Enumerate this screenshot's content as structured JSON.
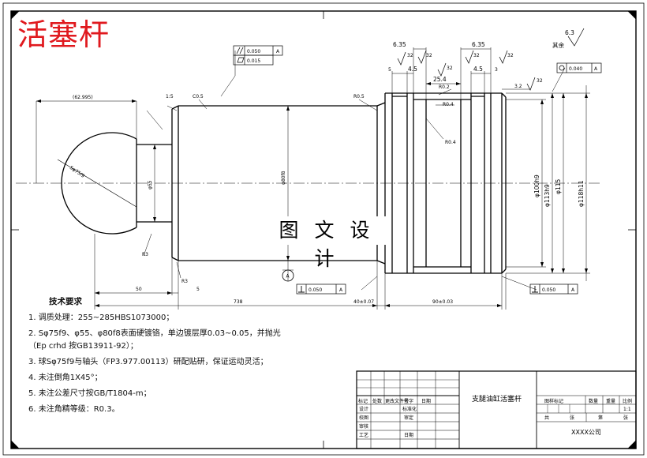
{
  "drawing": {
    "title": "活塞杆",
    "watermark": "图 文 设 计"
  },
  "roughness": {
    "general_value": "6.3",
    "general_label": "其余",
    "local_values": [
      "32",
      "32",
      "32",
      "32",
      "32",
      "32"
    ]
  },
  "tolerances": {
    "parallelism": {
      "value": "0.050",
      "datum": "A"
    },
    "flatness": {
      "value": "0.015"
    },
    "runout": {
      "value": "0.040",
      "datum": "A"
    },
    "perpendicularity_left": {
      "value": "0.050",
      "datum": "A"
    },
    "perpendicularity_right": {
      "value": "0.050",
      "datum": "A"
    },
    "datum_label": "A"
  },
  "dimensions": {
    "sphere_width": "(62.995)",
    "sphere_dia": "Sφ75f9",
    "neck_dia": "φ55",
    "rod_dia": "φ80f8",
    "cone_note": "1:5",
    "edge_c": "C0.5",
    "r3_a": "R3",
    "r3_b": "R3",
    "r05": "R0.5",
    "r04": "R0.4",
    "r02": "R0.2",
    "top_635_a": "6.35",
    "top_635_b": "6.35",
    "top_45_a": "4.5",
    "top_45_b": "4.5",
    "top_254": "25.4",
    "top_5": "5",
    "top_3": "3",
    "top_32": "3.2",
    "piston_dia_1": "φ100h9",
    "piston_dia_2": "φ113h9",
    "piston_dia_3": "φ115",
    "piston_dia_4": "φ118h11",
    "bottom_50": "50",
    "bottom_5": "5",
    "bottom_738": "738",
    "bottom_40": "40±0.07",
    "bottom_90": "90±0.03"
  },
  "notes": {
    "title": "技术要求",
    "items": [
      "1. 调质处理：255~285HBS1073000；",
      "2. Sφ75f9、φ55、φ80f8表面硬镀铬，单边镀层厚0.03~0.05，并抛光",
      "（Ep crhd 按GB13911-92）；",
      "3. 球Sφ75f9与轴头（FP3.977.00113）研配贴研，保证运动灵活；",
      "4. 未注倒角1X45°；",
      "5. 未注公差尺寸按GB/T1804-m；",
      "6. 未注角精等级：R0.3。"
    ]
  },
  "title_block": {
    "part_name": "支腿油缸活塞杆",
    "company": "XXXX公司",
    "header_cells": [
      "标记",
      "处数",
      "更改文件号",
      "签字",
      "日期"
    ],
    "role_labels": [
      "设计",
      "校图",
      "审核",
      "工艺"
    ],
    "mid_labels": [
      "标准化",
      "审定",
      "日期"
    ],
    "right_headers": [
      "图样标记",
      "数量",
      "重量",
      "比例"
    ],
    "scale": "1:1",
    "sheet_total": "共",
    "sheet_of": "张",
    "sheet_no": "第",
    "sheet_of2": "张"
  }
}
